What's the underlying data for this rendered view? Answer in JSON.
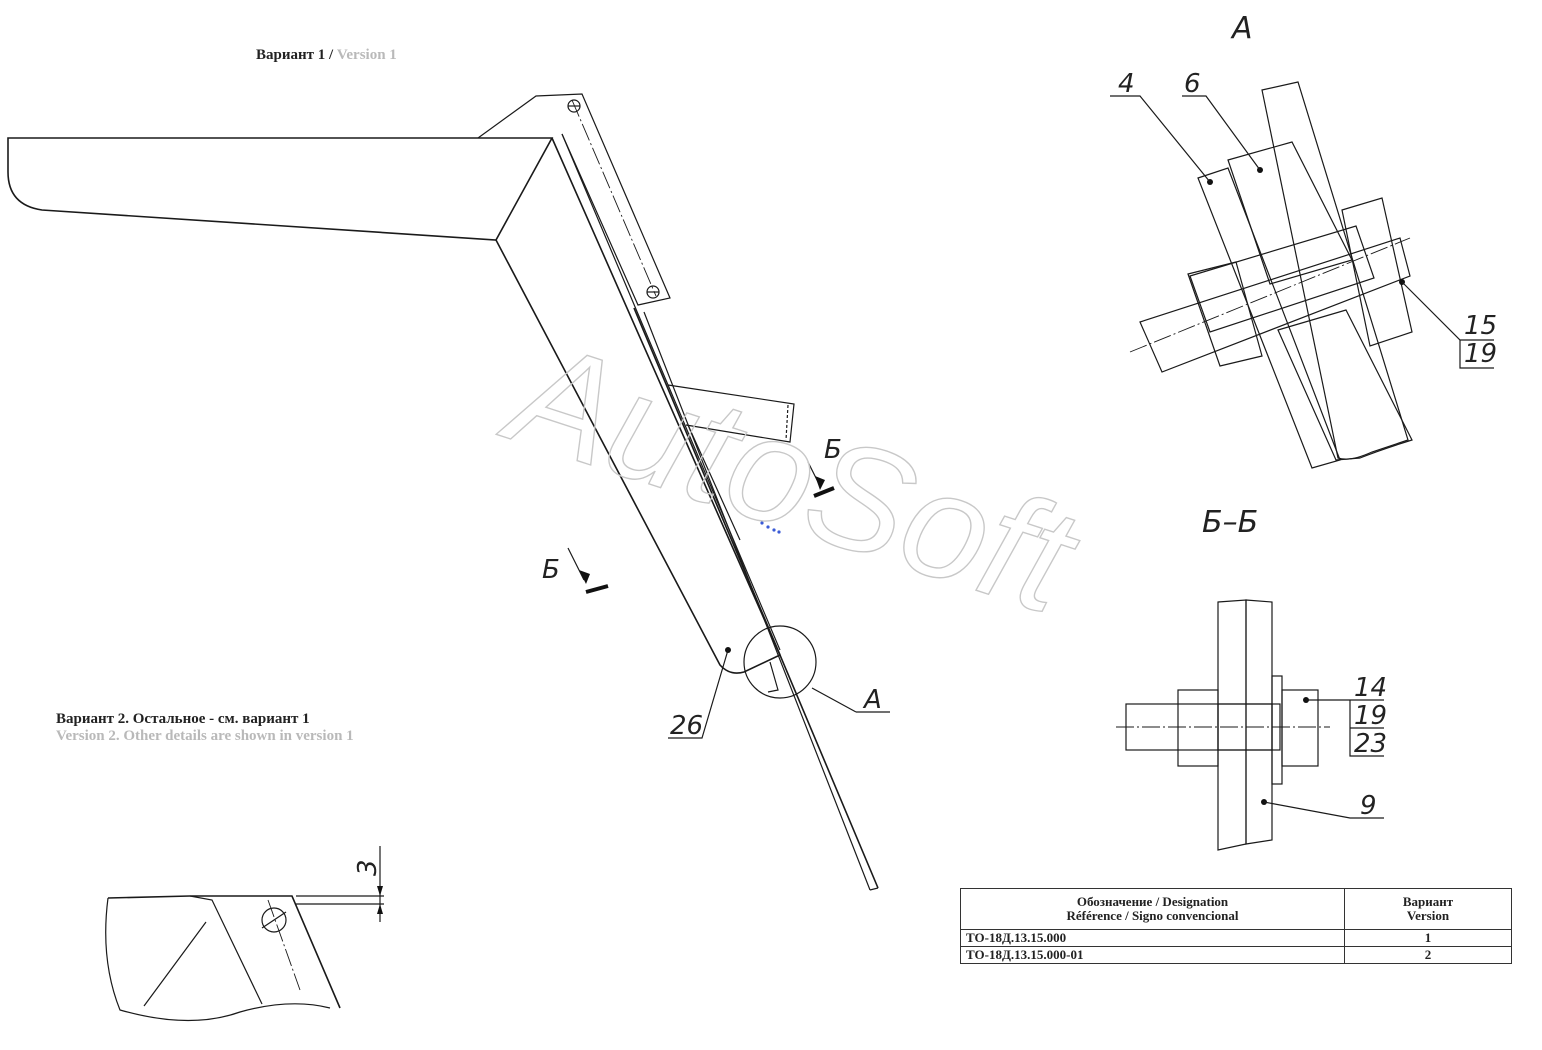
{
  "captions": {
    "variant1_ru": "Вариант 1 /",
    "variant1_en": "Version 1",
    "variant2_ru": "Вариант 2. Остальное - см. вариант 1",
    "variant2_en": "Version 2. Other details are shown in version 1"
  },
  "watermark": "AutoSoft",
  "views": {
    "detail_a_title": "A",
    "section_b_title": "Б–Б",
    "section_mark": "Б",
    "detail_mark": "A"
  },
  "callouts": {
    "c4": "4",
    "c6": "6",
    "c15": "15",
    "c19a": "19",
    "c14": "14",
    "c19b": "19",
    "c23": "23",
    "c9": "9",
    "c26": "26",
    "dim3": "3"
  },
  "table": {
    "header_designation": "Обозначение / Designation",
    "header_reference": "Référence / Signo convencional",
    "header_variant": "Вариант",
    "header_version": "Version",
    "rows": [
      {
        "designation": "ТО-18Д.13.15.000",
        "variant": "1"
      },
      {
        "designation": "ТО-18Д.13.15.000-01",
        "variant": "2"
      }
    ]
  }
}
